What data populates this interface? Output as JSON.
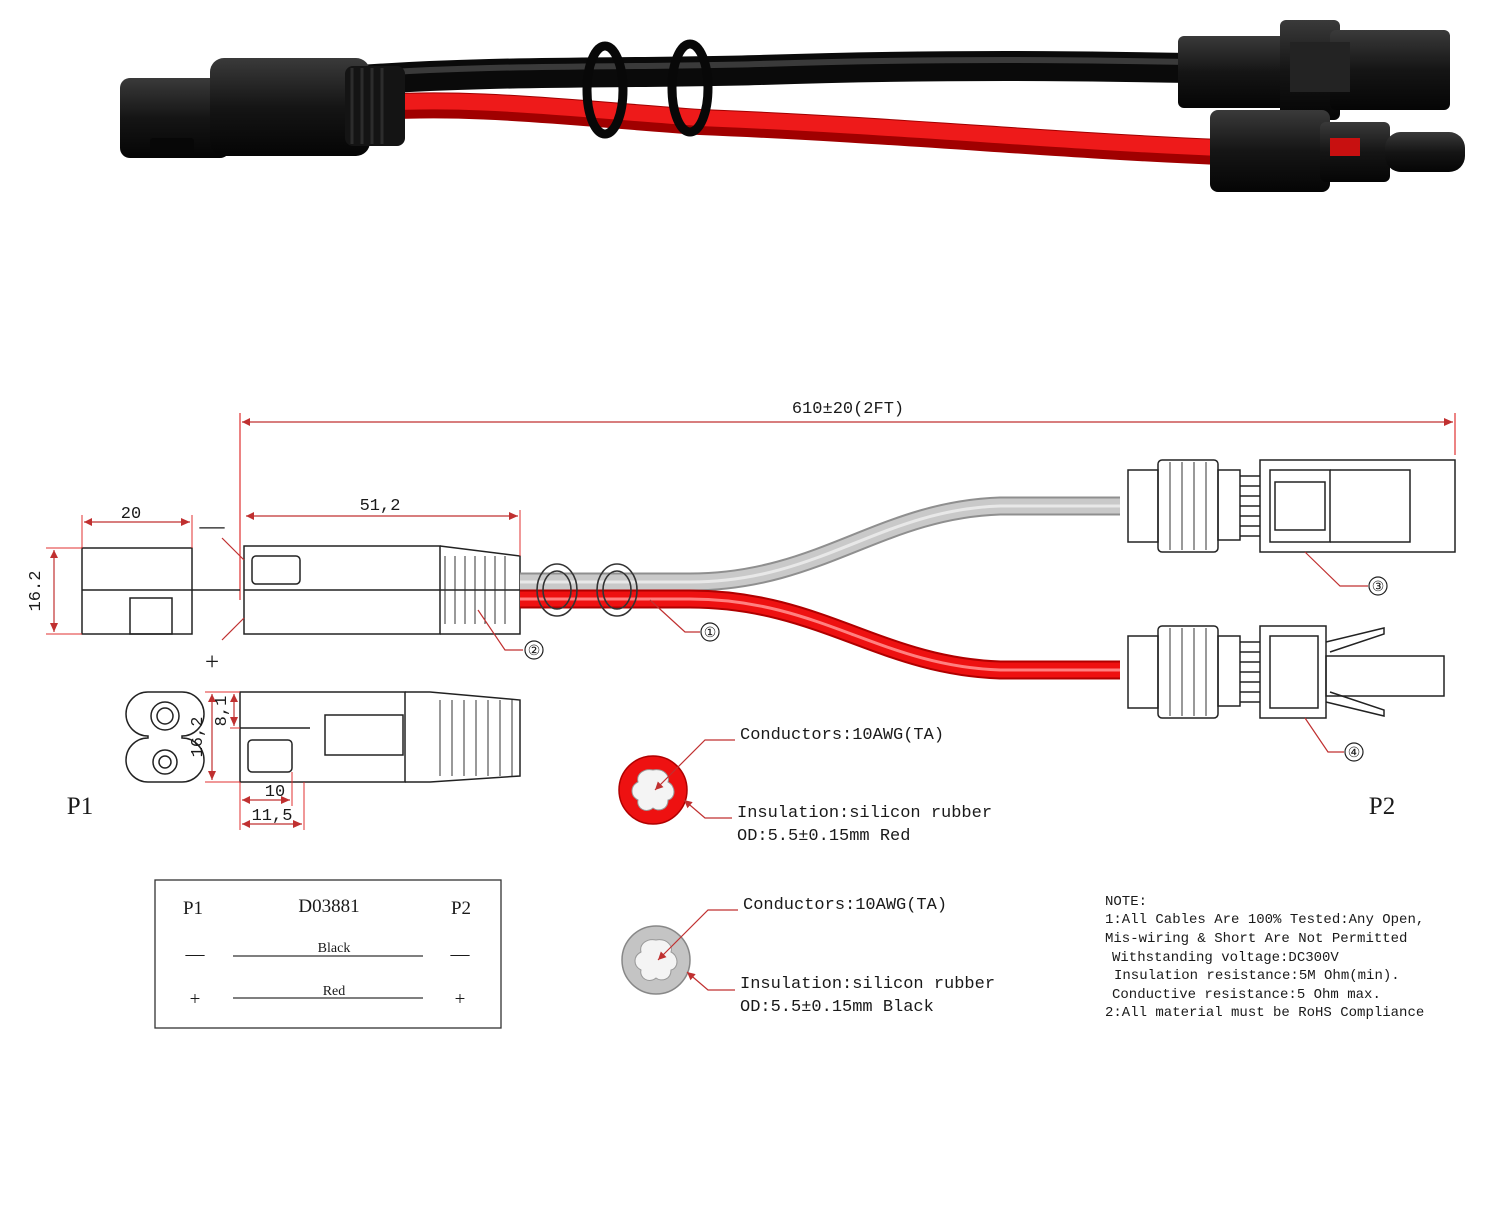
{
  "colors": {
    "red": "#ee1111",
    "black_cable": "#1b1b1b",
    "grey_cable": "#b9b9b9",
    "line": "#222222",
    "dim_red": "#e03030"
  },
  "icons": [
    "cable-photo",
    "sae-connector-icon",
    "mc4-connector-icon",
    "cable-cross-section-icon",
    "ferrite-ring-icon",
    "callout-number-icon"
  ],
  "dimensions": {
    "overall_length": "610±20(2FT)",
    "p1_width": "20",
    "p1_height": "16.2",
    "sae_length": "51,2",
    "face_height": "16,2",
    "face_small": "8,1",
    "pin_10": "10",
    "pin_11_5": "11,5"
  },
  "polarity": {
    "minus": "—",
    "plus": "+"
  },
  "ends": {
    "p1": "P1",
    "p2": "P2"
  },
  "callouts": [
    "①",
    "②",
    "③",
    "④"
  ],
  "red_wire": {
    "conductors": "Conductors:10AWG(TA)",
    "insulation": "Insulation:silicon rubber",
    "od": "OD:5.5±0.15mm Red"
  },
  "black_wire": {
    "conductors": "Conductors:10AWG(TA)",
    "insulation": "Insulation:silicon rubber",
    "od": "OD:5.5±0.15mm Black"
  },
  "wiring_table": {
    "p1": "P1",
    "part": "D03881",
    "p2": "P2",
    "rows": [
      {
        "left": "—",
        "wire": "Black",
        "right": "—"
      },
      {
        "left": "+",
        "wire": "Red",
        "right": "+"
      }
    ]
  },
  "notes": {
    "title": "NOTE:",
    "lines": [
      "1:All Cables Are 100% Tested:Any Open,",
      "Mis-wiring & Short Are Not Permitted",
      "Withstanding voltage:DC300V",
      "Insulation resistance:5M Ohm(min).",
      "Conductive resistance:5 Ohm max.",
      "2:All material must be RoHS Compliance"
    ]
  }
}
